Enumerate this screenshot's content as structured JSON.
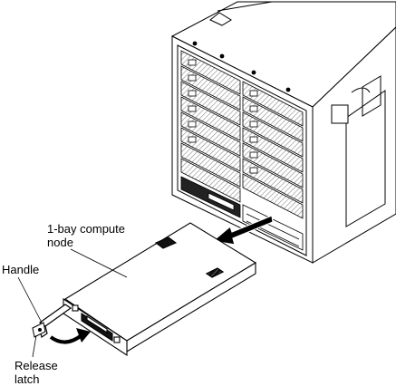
{
  "labels": {
    "node_line1": "1-bay compute",
    "node_line2": "node",
    "handle": "Handle",
    "release_line1": "Release",
    "release_line2": "latch"
  },
  "colors": {
    "line": "#000000",
    "hatch": "#8a8a8a",
    "fill": "#ffffff",
    "panel": "#eeeeee"
  },
  "icons": {
    "insert_arrow": "arrow-right-down-icon",
    "rotate_arrow": "curved-arrow-icon"
  }
}
